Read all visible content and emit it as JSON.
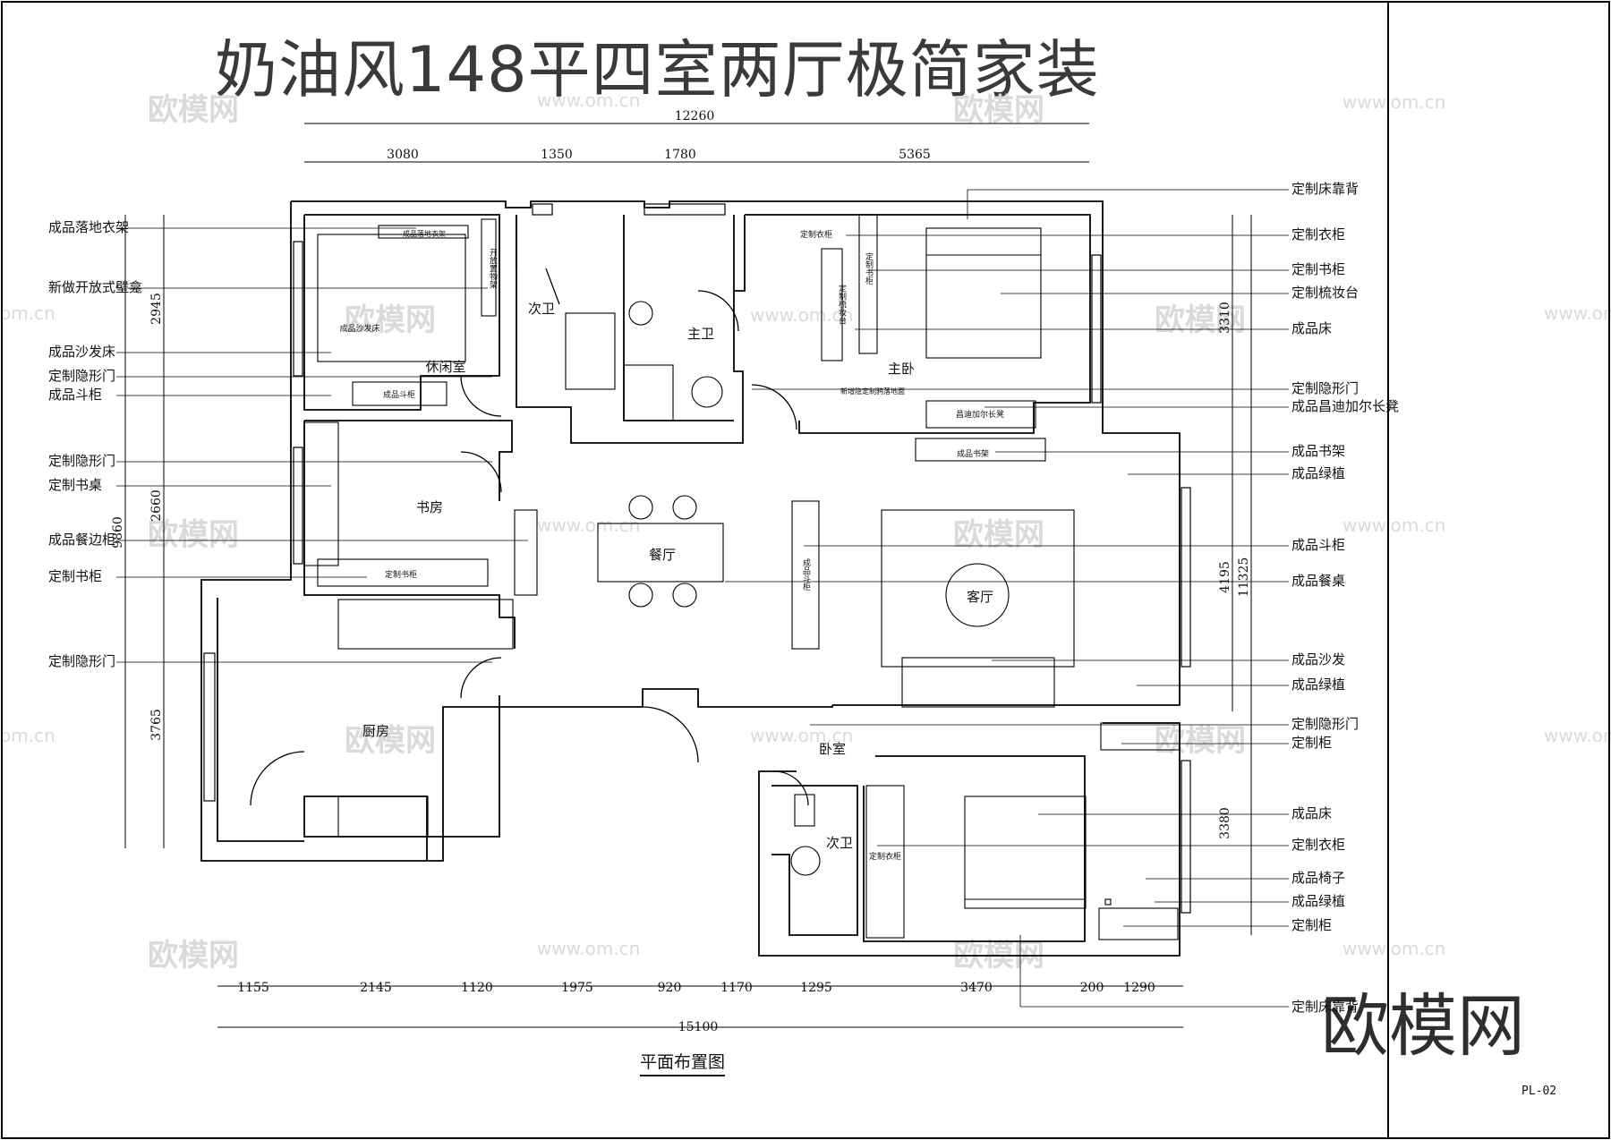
{
  "title": "奶油风148平四室两厅极简家装",
  "caption": "平面布置图",
  "sheet_no": "PL-02",
  "brand": "欧模网",
  "watermark": {
    "logo": "欧模网",
    "url": "www.om.cn",
    "tail": "om.cn"
  },
  "dims_top": {
    "total": "12260",
    "parts": [
      "3080",
      "1350",
      "1780",
      "5365"
    ]
  },
  "dims_bottom": {
    "total": "15100",
    "parts": [
      "1155",
      "2145",
      "1120",
      "1975",
      "920",
      "1170",
      "1295",
      "3470",
      "200",
      "1290"
    ]
  },
  "dims_left": {
    "total": "9860",
    "parts": [
      "2945",
      "2660",
      "3765"
    ]
  },
  "dims_right": {
    "total": "11325",
    "parts": [
      "3310",
      "4195",
      "3380"
    ]
  },
  "rooms": {
    "leisure": "休闲室",
    "study": "书房",
    "kitchen": "厨房",
    "dining": "餐厅",
    "guest_bath_top": "次卫",
    "master_bath": "主卫",
    "master_bed": "主卧",
    "living": "客厅",
    "bedroom": "卧室",
    "guest_bath_bottom": "次卫"
  },
  "furniture": {
    "coat_rack": "成品落地衣架",
    "sofa_bed": "成品沙发床",
    "open_shelf": "开放置物架",
    "cabinet_leisure": "成品斗柜",
    "bookcase_study": "定制书柜",
    "wardrobe_master": "定制衣柜",
    "dresser": "定制梳妆台",
    "bookcase_master": "定制书柜",
    "bench": "昌迪加尔长凳",
    "hidden_door_note": "新增隐定制鸦落地面",
    "bookshelf_living": "成品书架",
    "cabinet_living": "成品斗柜",
    "wardrobe_bedroom": "定制衣柜"
  },
  "left_labels": [
    "成品落地衣架",
    "新做开放式壁龛",
    "成品沙发床",
    "定制隐形门",
    "成品斗柜",
    "定制隐形门",
    "定制书桌",
    "成品餐边柜",
    "定制书柜",
    "定制隐形门"
  ],
  "right_labels": [
    "定制床靠背",
    "定制衣柜",
    "定制书柜",
    "定制梳妆台",
    "成品床",
    "定制隐形门",
    "成品昌迪加尔长凳",
    "成品书架",
    "成品绿植",
    "成品斗柜",
    "成品餐桌",
    "成品沙发",
    "成品绿植",
    "定制隐形门",
    "定制柜",
    "成品床",
    "定制衣柜",
    "成品椅子",
    "成品绿植",
    "定制柜",
    "定制床靠背"
  ]
}
